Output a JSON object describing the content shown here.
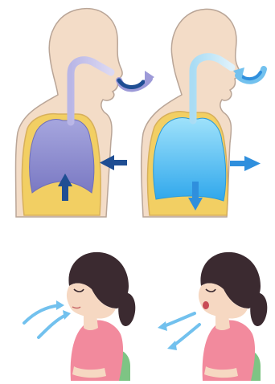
{
  "diagram": {
    "panels": [
      {
        "id": "exhale-anatomy",
        "lung_fill": "#8f8ed0",
        "airflow": "out",
        "diaphragm_arrow": "up",
        "chest_arrow": "in"
      },
      {
        "id": "inhale-anatomy",
        "lung_fill": "#43b8f0",
        "airflow": "in",
        "diaphragm_arrow": "down",
        "chest_arrow": "out"
      },
      {
        "id": "inhale-person",
        "mouth": "closed",
        "breath_arrows": "toward-nose"
      },
      {
        "id": "exhale-person",
        "mouth": "open",
        "breath_arrows": "away-from-mouth"
      }
    ],
    "colors": {
      "skin": "#f3dcc7",
      "skin_outline": "#b9a597",
      "rib_yellow": "#f2cf63",
      "rib_outline": "#d7b05c",
      "exhale_lung": "#8f8ed0",
      "inhale_lung": "#43b8f0",
      "navy_arrow": "#1f4e93",
      "blue_arrow": "#2f8fdd",
      "airway_lilac": "#c9c7ea",
      "airway_light": "#bfe3f5",
      "breath_arrow": "#72c1ee",
      "hair": "#3b2a30",
      "shirt": "#f28a9d",
      "chair": "#7ec484"
    },
    "icons": [
      "arrow-up-icon",
      "arrow-down-icon",
      "arrow-left-icon",
      "arrow-right-icon",
      "curved-arrow-icon"
    ]
  }
}
